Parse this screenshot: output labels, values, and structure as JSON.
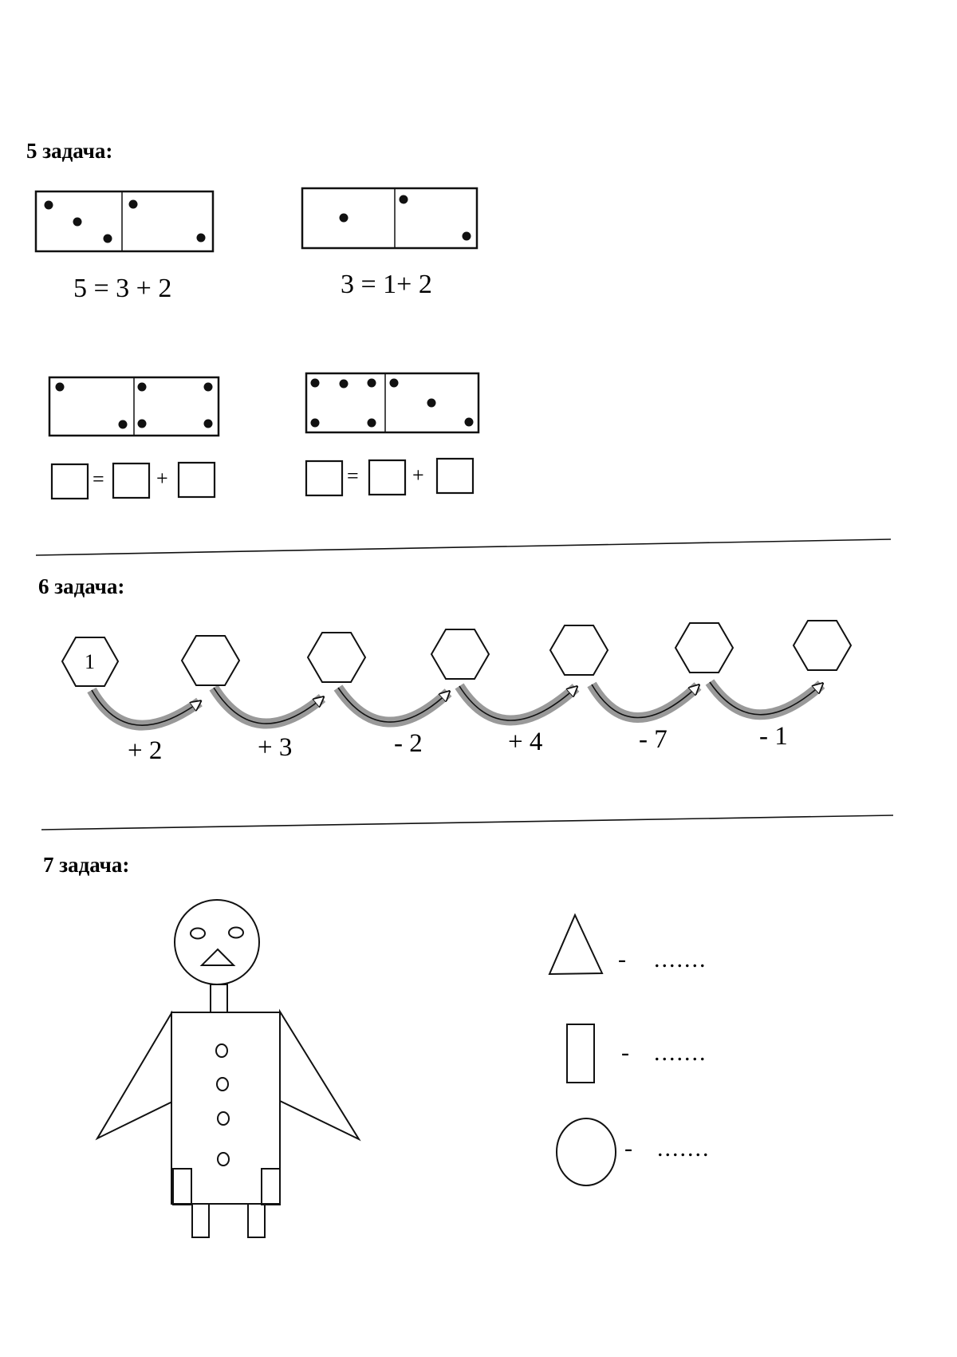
{
  "task5": {
    "title": "5 задача:",
    "examples": [
      {
        "left_dots": 3,
        "right_dots": 2,
        "equation": "5 = 3 + 2"
      },
      {
        "left_dots": 1,
        "right_dots": 2,
        "equation": "3 = 1+ 2"
      }
    ],
    "exercises": [
      {
        "left_dots": 2,
        "right_dots": 4,
        "equals_sign": "=",
        "plus_sign": "+"
      },
      {
        "left_dots": 5,
        "right_dots": 3,
        "equals_sign": "=",
        "plus_sign": "+"
      }
    ]
  },
  "task6": {
    "title": "6 задача:",
    "start_value": "1",
    "operations": [
      "+ 2",
      "+ 3",
      "- 2",
      "+ 4",
      "- 7",
      "- 1"
    ]
  },
  "task7": {
    "title": "7 задача:",
    "legend": [
      {
        "shape": "triangle",
        "dash": "-",
        "answer_line": "......."
      },
      {
        "shape": "rectangle",
        "dash": "-",
        "answer_line": "......."
      },
      {
        "shape": "circle",
        "dash": "-",
        "answer_line": "......."
      }
    ]
  }
}
